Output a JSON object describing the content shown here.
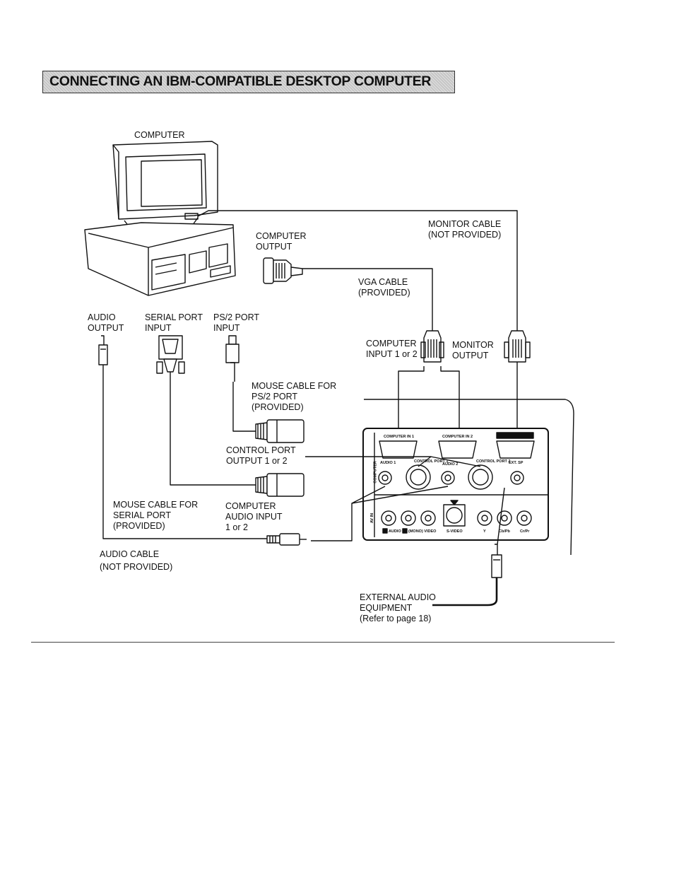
{
  "title": "CONNECTING AN IBM-COMPATIBLE DESKTOP COMPUTER",
  "labels": {
    "computer": "COMPUTER",
    "monitor_cable": "MONITOR CABLE\n(NOT PROVIDED)",
    "computer_output": "COMPUTER\nOUTPUT",
    "vga_cable": "VGA CABLE\n(PROVIDED)",
    "audio_output": "AUDIO\nOUTPUT",
    "serial_port_input": "SERIAL PORT\nINPUT",
    "ps2_port_input": "PS/2 PORT\nINPUT",
    "computer_input": "COMPUTER\nINPUT 1 or 2",
    "monitor_output": "MONITOR\nOUTPUT",
    "mouse_cable_ps2": "MOUSE CABLE FOR\nPS/2 PORT\n(PROVIDED)",
    "control_port_output": "CONTROL PORT\nOUTPUT 1 or 2",
    "mouse_cable_serial": "MOUSE CABLE FOR\nSERIAL PORT\n(PROVIDED)",
    "computer_audio_input": "COMPUTER\nAUDIO INPUT\n1 or 2",
    "audio_cable": "AUDIO CABLE\n(NOT PROVIDED)",
    "external_audio": "EXTERNAL AUDIO\nEQUIPMENT\n(Refer to page 18)"
  },
  "panel": {
    "computer_in_1": "COMPUTER IN 1",
    "computer_in_2": "COMPUTER IN 2",
    "control_port_1": "CONTROL PORT 1",
    "control_port_2": "CONTROL PORT 2",
    "audio_1": "AUDIO 1",
    "audio_2": "AUDIO 2",
    "ext_sp": "EXT. SP",
    "computer_section": "COMPUTER",
    "av_in_section": "AV IN",
    "audio": "AUDIO",
    "mono_video": "(MONO) VIDEO",
    "s_video": "S-VIDEO",
    "y": "Y",
    "cb_pb": "Cb/Pb",
    "cr_pr": "Cr/Pr"
  }
}
